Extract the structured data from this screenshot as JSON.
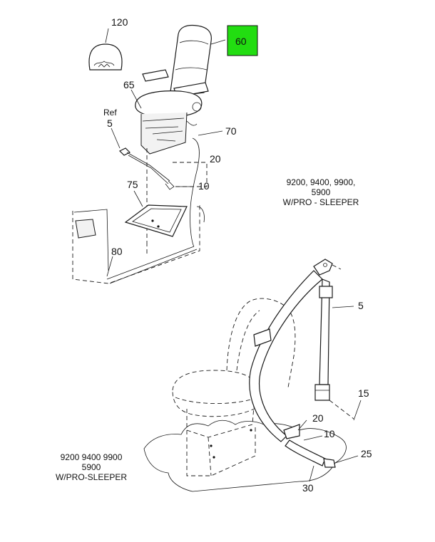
{
  "callouts": {
    "c120": "120",
    "c60": "60",
    "c65": "65",
    "ref": "Ref",
    "c5_top": "5",
    "c70": "70",
    "c20_top": "20",
    "c10_top": "10",
    "c75": "75",
    "c80": "80",
    "c5_bottom": "5",
    "c15": "15",
    "c20_bottom": "20",
    "c10_bottom": "10",
    "c25": "25",
    "c30": "30"
  },
  "notes": {
    "right_line1": "9200, 9400, 9900,",
    "right_line2": "5900",
    "right_line3": "W/PRO - SLEEPER",
    "left_line1": "9200 9400 9900",
    "left_line2": "5900",
    "left_line3": "W/PRO-SLEEPER"
  },
  "colors": {
    "highlight": "#22dd11",
    "ink": "#1a1a1a"
  }
}
